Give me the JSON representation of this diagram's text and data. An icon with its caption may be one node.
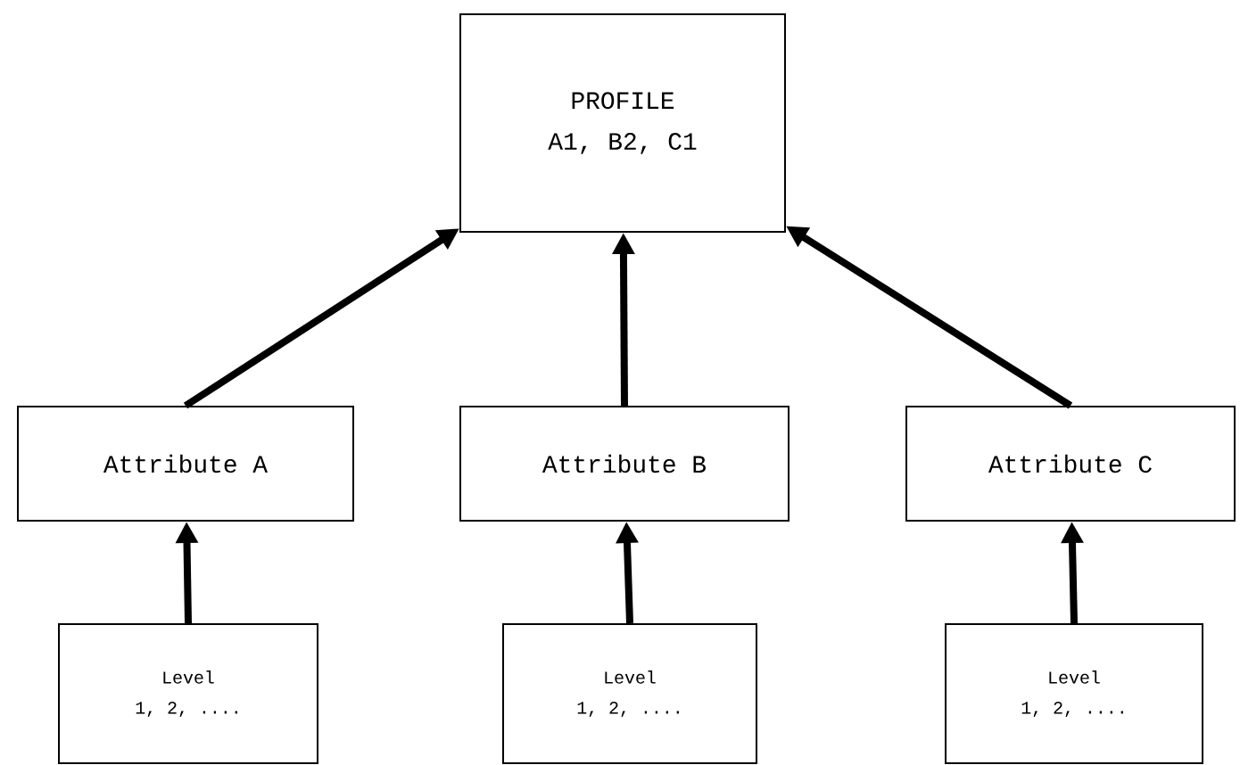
{
  "diagram": {
    "nodes": [
      {
        "text": [
          "PROFILE",
          "A1, B2, C1"
        ]
      },
      {
        "text": [
          "Attribute A"
        ]
      },
      {
        "text": [
          "Attribute B"
        ]
      },
      {
        "text": [
          "Attribute C"
        ]
      },
      {
        "text": [
          "Level",
          "1, 2, ...."
        ]
      },
      {
        "text": [
          "Level",
          "1, 2, ...."
        ]
      },
      {
        "text": [
          "Level",
          "1, 2, ...."
        ]
      }
    ],
    "edges": [
      {
        "from": 1,
        "to": 0,
        "arrow": "to"
      },
      {
        "from": 2,
        "to": 0,
        "arrow": "to"
      },
      {
        "from": 3,
        "to": 0,
        "arrow": "to"
      },
      {
        "from": 4,
        "to": 1,
        "arrow": "to"
      },
      {
        "from": 5,
        "to": 2,
        "arrow": "to"
      },
      {
        "from": 6,
        "to": 3,
        "arrow": "to"
      }
    ]
  }
}
